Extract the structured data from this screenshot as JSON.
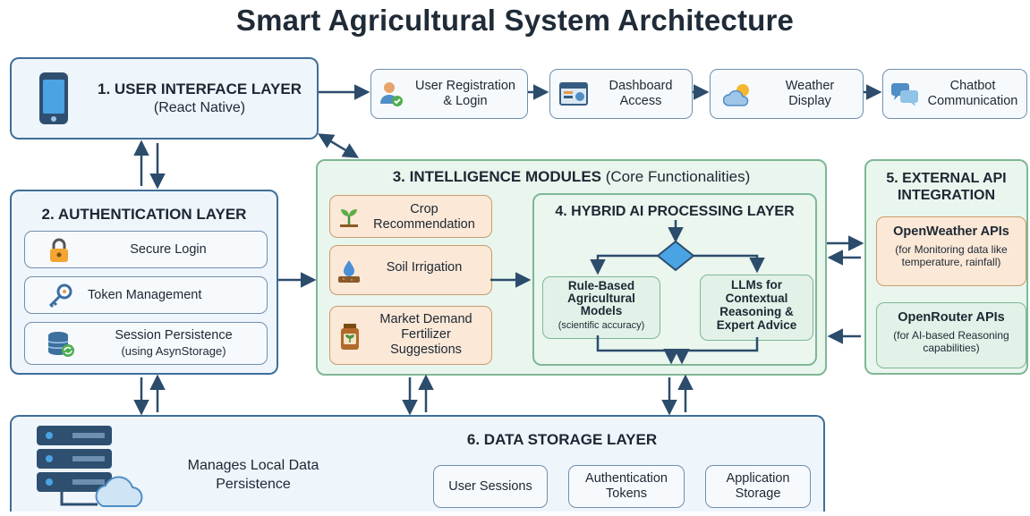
{
  "title": "Smart Agricultural System Architecture",
  "ui_layer": {
    "title": "1. USER INTERFACE LAYER",
    "subtitle": "(React Native)",
    "features": [
      {
        "line1": "User Registration",
        "line2": "& Login",
        "icon": "user-check-icon"
      },
      {
        "line1": "Dashboard",
        "line2": "Access",
        "icon": "dashboard-icon"
      },
      {
        "line1": "Weather",
        "line2": "Display",
        "icon": "weather-icon"
      },
      {
        "line1": "Chatbot",
        "line2": "Communication",
        "icon": "chat-icon"
      }
    ]
  },
  "auth_layer": {
    "title": "2. AUTHENTICATION LAYER",
    "items": [
      {
        "line1": "Secure Login",
        "line2": "",
        "icon": "lock-icon"
      },
      {
        "line1": "Token Management",
        "line2": "",
        "icon": "key-icon"
      },
      {
        "line1": "Session Persistence",
        "line2": "(using AsynStorage)",
        "icon": "database-sync-icon"
      }
    ]
  },
  "intelligence": {
    "title_bold": "3. INTELLIGENCE MODULES",
    "title_rest": " (Core Functionalities)",
    "modules": [
      {
        "line1": "Crop",
        "line2": "Recommendation",
        "line3": "",
        "icon": "sprout-icon"
      },
      {
        "line1": "Soil Irrigation",
        "line2": "",
        "line3": "",
        "icon": "soil-drop-icon"
      },
      {
        "line1": "Market Demand",
        "line2": "Fertilizer",
        "line3": "Suggestions",
        "icon": "fertilizer-jar-icon"
      }
    ]
  },
  "hybrid_ai": {
    "title": "4. HYBRID AI PROCESSING LAYER",
    "rule_based": {
      "line1": "Rule-Based",
      "line2": "Agricultural",
      "line3": "Models",
      "note": "(scientific accuracy)"
    },
    "llm": {
      "line1": "LLMs for",
      "line2": "Contextual",
      "line3": "Reasoning &",
      "line4": "Expert Advice"
    }
  },
  "external_api": {
    "title_line1": "5. EXTERNAL API",
    "title_line2": "INTEGRATION",
    "apis": [
      {
        "name": "OpenWeather APIs",
        "desc1": "(for Monitoring data like",
        "desc2": "temperature, rainfall)"
      },
      {
        "name": "OpenRouter APIs",
        "desc1": "(for AI-based Reasoning",
        "desc2": "capabilities)"
      }
    ]
  },
  "storage": {
    "title": "6. DATA STORAGE LAYER",
    "desc_line1": "Manages Local Data",
    "desc_line2": "Persistence",
    "items": [
      {
        "line1": "User Sessions",
        "line2": ""
      },
      {
        "line1": "Authentication",
        "line2": "Tokens"
      },
      {
        "line1": "Application",
        "line2": "Storage"
      }
    ]
  },
  "colors": {
    "primary": "#3f6f98",
    "green": "#7fb795",
    "orange": "#fbe8d7",
    "arrow": "#2c4c6c"
  }
}
